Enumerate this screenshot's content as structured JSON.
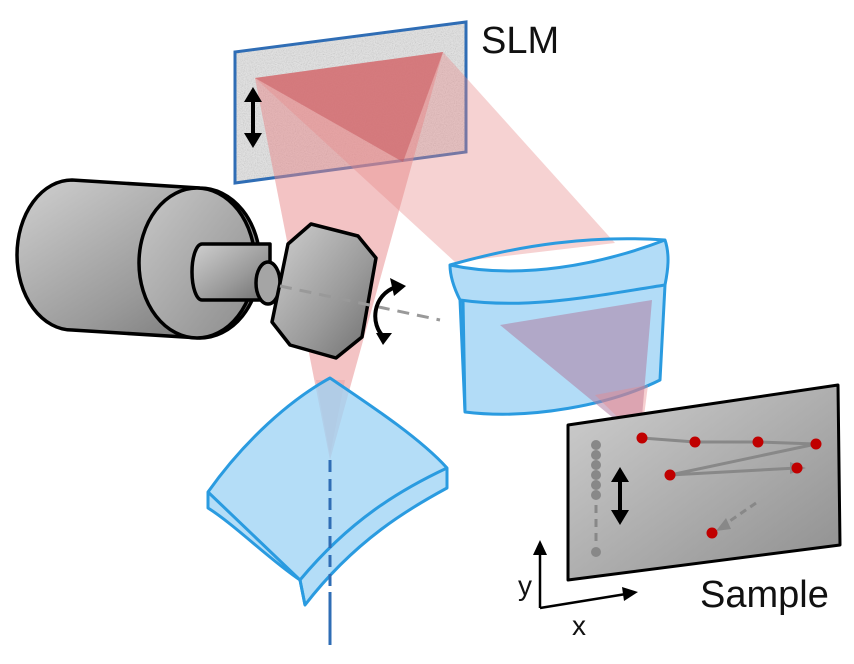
{
  "labels": {
    "slm": "SLM",
    "sample": "Sample",
    "x_axis": "x",
    "y_axis": "y"
  },
  "colors": {
    "beam": "#e8888a",
    "lens": "#9fd3f5",
    "lens_edge": "#2a9be0",
    "slm_frame": "#2f6db5",
    "sample_plate": "#a9a9a9",
    "focus_spot": "#c00000",
    "body_gray": "#9a9a9a"
  },
  "icons": [
    "camera-objective-body",
    "galvo-mirror",
    "rotation-arrow-icon",
    "slm-panel",
    "cylindrical-lens",
    "sample-plate",
    "axis-arrows-icon"
  ]
}
